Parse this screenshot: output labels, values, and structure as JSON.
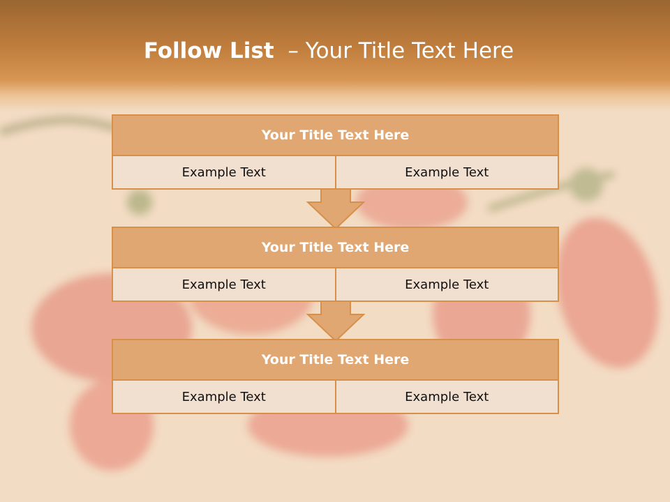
{
  "slide": {
    "title_bold": "Follow List",
    "title_rest": "– Your Title Text Here"
  },
  "colors": {
    "header": "#c27f3e",
    "block_header": "#e0a772",
    "block_border": "#d6904a",
    "cell_fill": "#f1dfd0",
    "background": "#f3dcc4"
  },
  "blocks": [
    {
      "title": "Your Title Text Here",
      "left_text": "Example Text",
      "right_text": "Example Text"
    },
    {
      "title": "Your Title Text Here",
      "left_text": "Example Text",
      "right_text": "Example Text"
    },
    {
      "title": "Your Title Text Here",
      "left_text": "Example Text",
      "right_text": "Example Text"
    }
  ]
}
